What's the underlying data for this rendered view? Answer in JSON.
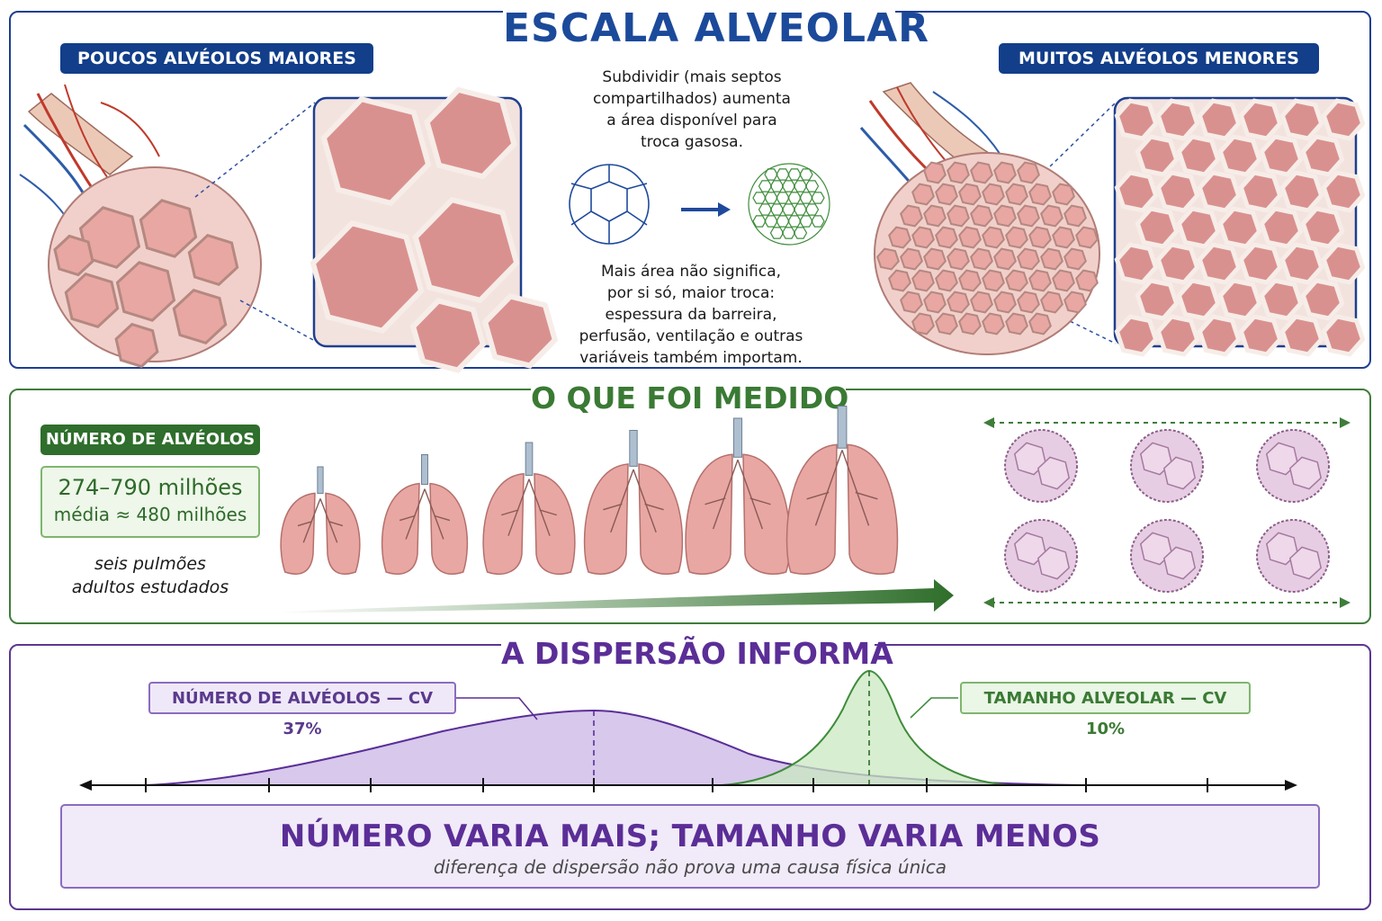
{
  "section_scale": {
    "title": "ESCALA ALVEOLAR",
    "left_label": "POUCOS ALVÉOLOS MAIORES",
    "right_label": "MUITOS ALVÉOLOS MENORES",
    "subdivide_text": [
      "Subdividir (mais septos",
      "compartilhados) aumenta",
      "a área disponível para",
      "troca gasosa."
    ],
    "caveat_text": [
      "Mais área não significa,",
      "por si só, maior troca:",
      "espessura da barreira,",
      "perfusão, ventilação e outras",
      "variáveis também importam."
    ]
  },
  "section_measured": {
    "title": "O QUE FOI MEDIDO",
    "badge": "NÚMERO DE ALVÉOLOS",
    "range": "274–790 milhões",
    "mean": "média ≈ 480 milhões",
    "note": [
      "seis pulmões",
      "adultos estudados"
    ],
    "lung_count": 6
  },
  "section_dispersion": {
    "title": "A DISPERSÃO INFORMA",
    "number_legend": "NÚMERO DE ALVÉOLOS — CV 37%",
    "size_legend": "TAMANHO ALVEOLAR — CV 10%",
    "conclusion": "NÚMERO VARIA MAIS; TAMANHO VARIA MENOS",
    "conclusion_sub": "diferença de dispersão não prova uma causa física única"
  },
  "colors": {
    "navy": "#123e8a",
    "green": "#2f6e2c",
    "purple": "#5b2e97",
    "tissue": "#e8a7a3",
    "purple_fill": "#c9b6e6",
    "green_fill": "#c9e8c0"
  }
}
